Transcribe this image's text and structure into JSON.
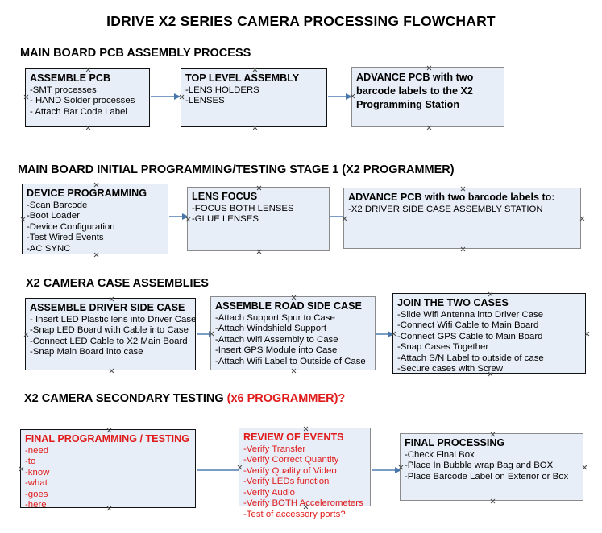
{
  "document": {
    "title": "IDRIVE X2  SERIES CAMERA PROCESSING FLOWCHART",
    "accent_color": "#e01b1b",
    "box_fill": "#e8eef7",
    "arrow_color": "#7b9cc4"
  },
  "sections": [
    {
      "heading": "MAIN BOARD PCB ASSEMBLY PROCESS",
      "heading_accent": "",
      "nodes": [
        {
          "title": "ASSEMBLE PCB",
          "lines": [
            "-SMT processes",
            "- HAND Solder processes",
            "- Attach Bar Code Label"
          ]
        },
        {
          "title": "TOP LEVEL ASSEMBLY",
          "lines": [
            "-LENS HOLDERS",
            "-LENSES"
          ]
        },
        {
          "title": "ADVANCE PCB with two barcode labels to the  X2 Programming Station",
          "lines": []
        }
      ]
    },
    {
      "heading": "MAIN BOARD INITIAL PROGRAMMING/TESTING STAGE 1 (X2 PROGRAMMER)",
      "heading_accent": "",
      "nodes": [
        {
          "title": "DEVICE PROGRAMMING",
          "lines": [
            "-Scan Barcode",
            "-Boot Loader",
            "-Device Configuration",
            "-Test Wired Events",
            "-AC SYNC"
          ]
        },
        {
          "title": "LENS FOCUS",
          "lines": [
            "-FOCUS BOTH LENSES",
            "-GLUE LENSES"
          ]
        },
        {
          "title": "ADVANCE PCB with two barcode labels to:",
          "lines": [
            "-X2 DRIVER  SIDE  CASE  ASSEMBLY STATION"
          ]
        }
      ]
    },
    {
      "heading": "X2 CAMERA CASE ASSEMBLIES",
      "heading_accent": "",
      "nodes": [
        {
          "title": "ASSEMBLE DRIVER SIDE CASE",
          "lines": [
            "- Insert LED Plastic lens into Driver Case",
            "-Snap LED Board with Cable into Case",
            "-Connect LED Cable to X2 Main Board",
            "-Snap Main Board into case"
          ]
        },
        {
          "title": "ASSEMBLE ROAD SIDE CASE",
          "lines": [
            "-Attach Support Spur to Case",
            "-Attach Windshield Support",
            "-Attach Wifi Assembly to Case",
            "-Insert GPS Module into Case",
            "-Attach Wifi Label to Outside of Case"
          ]
        },
        {
          "title": "JOIN THE TWO CASES",
          "lines": [
            "-Slide Wifi Antenna into Driver Case",
            "-Connect Wifi Cable to Main Board",
            "-Connect GPS Cable to Main Board",
            "-Snap Cases Together",
            "-Attach S/N Label to outside of case",
            "-Secure cases with Screw"
          ]
        }
      ]
    },
    {
      "heading": "X2 CAMERA SECONDARY TESTING ",
      "heading_accent": "(x6 PROGRAMMER)?",
      "nodes": [
        {
          "title": "FINAL PROGRAMMING / TESTING",
          "lines": [
            "-need",
            "-to",
            "-know",
            "-what",
            "-goes",
            "-here"
          ]
        },
        {
          "title": "REVIEW OF EVENTS",
          "lines": [
            "-Verify Transfer",
            "-Verify Correct Quantity",
            "-Verify Quality of Video",
            "-Verify LEDs function",
            "-Verify Audio",
            "-Verify BOTH Accelerometers",
            "-Test of accessory ports?"
          ]
        },
        {
          "title": "FINAL PROCESSING",
          "lines": [
            " -Check Final Box",
            "-Place In Bubble wrap Bag and BOX",
            "-Place Barcode Label on Exterior or Box"
          ]
        }
      ]
    }
  ]
}
